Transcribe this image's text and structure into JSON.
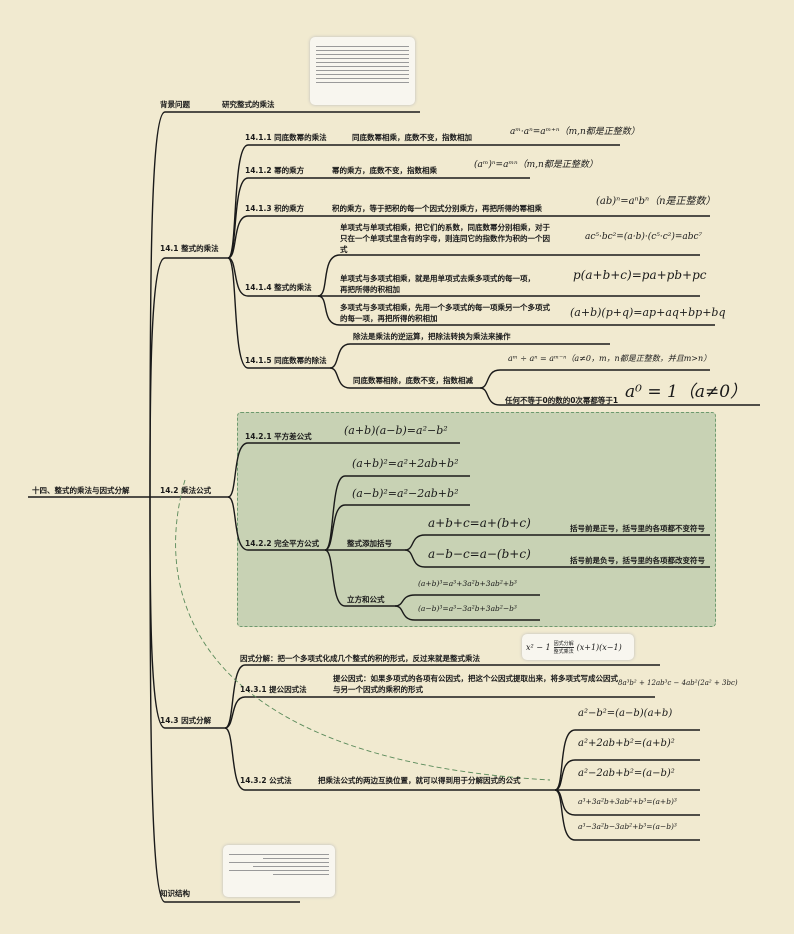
{
  "root": "十四、整式的乘法与因式分解",
  "background": {
    "label": "背景问题",
    "detail": "研究整式的乘法"
  },
  "s141": {
    "label": "14.1 整式的乘法",
    "n1": {
      "label": "14.1.1 同底数幂的乘法",
      "rule": "同底数幂相乘，底数不变，指数相加",
      "formula": "aᵐ·aⁿ=aᵐ⁺ⁿ（m,n都是正整数）"
    },
    "n2": {
      "label": "14.1.2 幂的乘方",
      "rule": "幂的乘方，底数不变，指数相乘",
      "formula": "(aᵐ)ⁿ=aᵐⁿ（m,n都是正整数）"
    },
    "n3": {
      "label": "14.1.3 积的乘方",
      "rule": "积的乘方，等于把积的每一个因式分别乘方，再把所得的幂相乘",
      "formula": "(ab)ⁿ=aⁿbⁿ（n是正整数）"
    },
    "n4": {
      "label": "14.1.4 整式的乘法",
      "r1": "单项式与单项式相乘，把它们的系数，同底数幂分别相乘，对于只在一个单项式里含有的字母，则连同它的指数作为积的一个因式",
      "f1": "ac⁵·bc²=(a·b)·(c⁵·c²)=abc⁷",
      "r2": "单项式与多项式相乘，就是用单项式去乘多项式的每一项，再把所得的积相加",
      "f2": "p(a+b+c)=pa+pb+pc",
      "r3": "多项式与多项式相乘，先用一个多项式的每一项乘另一个多项式的每一项，再把所得的积相加",
      "f3": "(a+b)(p+q)=ap+aq+bp+bq"
    },
    "n5": {
      "label": "14.1.5 同底数幂的除法",
      "r1": "除法是乘法的逆运算，把除法转换为乘法来操作",
      "r2": "同底数幂相除，底数不变，指数相减",
      "f1": "aᵐ ÷ aⁿ = aᵐ⁻ⁿ（a≠0，m，n都是正整数，并且m>n）",
      "r3": "任何不等于0的数的0次幂都等于1",
      "f2": "a⁰ = 1（a≠0）"
    }
  },
  "s142": {
    "label": "14.2 乘法公式",
    "n1": {
      "label": "14.2.1 平方差公式",
      "formula": "(a+b)(a−b)=a²−b²"
    },
    "n2": {
      "label": "14.2.2 完全平方公式",
      "f1": "(a+b)²=a²+2ab+b²",
      "f2": "(a−b)²=a²−2ab+b²",
      "bracket": {
        "label": "整式添加括号",
        "f1": "a+b+c=a+(b+c)",
        "r1": "括号前是正号，括号里的各项都不变符号",
        "f2": "a−b−c=a−(b+c)",
        "r2": "括号前是负号，括号里的各项都改变符号"
      },
      "cube": {
        "label": "立方和公式",
        "f1": "(a+b)³=a³+3a²b+3ab²+b³",
        "f2": "(a−b)³=a³−3a²b+3ab²−b³"
      }
    }
  },
  "s143": {
    "label": "14.3 因式分解",
    "def": "因式分解：把一个多项式化成几个整式的积的形式，反过来就是整式乘法",
    "card": {
      "left": "x² − 1",
      "top": "因式分解",
      "bottom": "整式乘法",
      "right": "(x+1)(x−1)"
    },
    "n1": {
      "label": "14.3.1 提公因式法",
      "rule": "提公因式：如果多项式的各项有公因式，把这个公因式提取出来，将多项式写成公因式与另一个因式的乘积的形式",
      "formula": "8a³b² + 12ab³c − 4ab²(2a² + 3bc)"
    },
    "n2": {
      "label": "14.3.2 公式法",
      "rule": "把乘法公式的两边互换位置，就可以得到用于分解因式的公式",
      "formulas": [
        "a²−b²=(a−b)(a+b)",
        "a²+2ab+b²=(a+b)²",
        "a²−2ab+b²=(a−b)²",
        "a³+3a²b+3ab²+b³=(a+b)³",
        "a³−3a²b−3ab²+b³=(a−b)³"
      ]
    }
  },
  "structure": {
    "label": "知识结构"
  }
}
